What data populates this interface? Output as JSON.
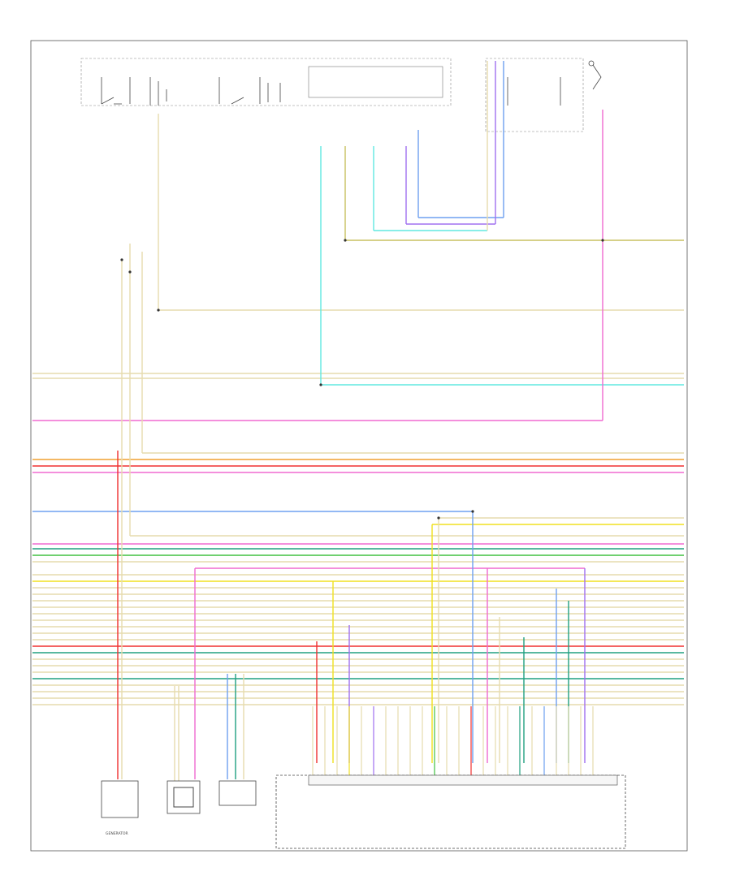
{
  "diagram": {
    "footer_code": "",
    "colors": {
      "frame": "#555555",
      "tan": "#e6dcae",
      "yellow": "#f0e020",
      "orange": "#f0a030",
      "red": "#f03030",
      "pink": "#f06ad0",
      "cyan": "#60e8e0",
      "blue": "#6ea0f0",
      "violet": "#a070f0",
      "green": "#40c040",
      "teal": "#20a080",
      "brown": "#c08030",
      "olive": "#c8c060"
    },
    "components": [
      {
        "id": "generator",
        "label": "GENERATOR"
      },
      {
        "id": "sensor",
        "label": ""
      },
      {
        "id": "switch",
        "label": ""
      },
      {
        "id": "pcm",
        "label": ""
      },
      {
        "id": "fuse-relay-center",
        "label": ""
      }
    ]
  }
}
